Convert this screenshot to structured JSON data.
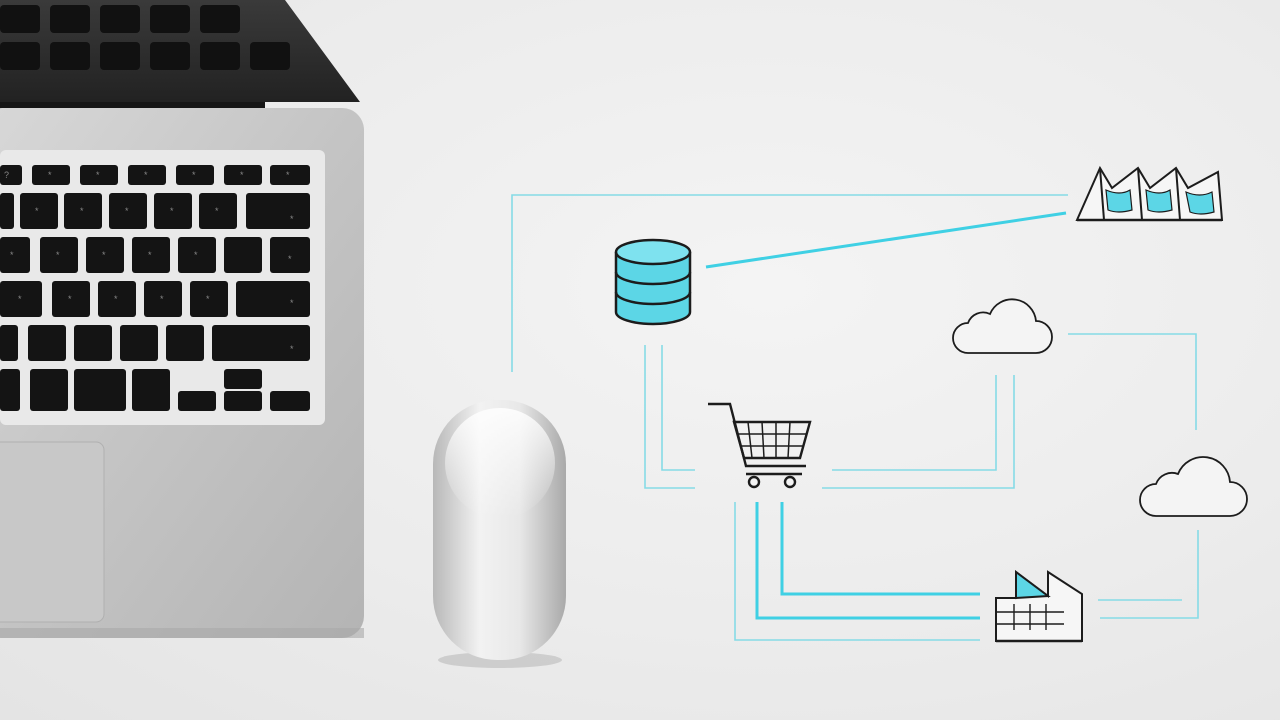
{
  "scene": {
    "description_elements": [
      "laptop",
      "mouse",
      "network-diagram"
    ],
    "accent_color": "#3fd0e4",
    "line_color": "#86dbe6",
    "icon_stroke": "#1c1c1c"
  },
  "diagram": {
    "nodes": [
      {
        "name": "database",
        "icon": "database-icon"
      },
      {
        "name": "factory-top",
        "icon": "factory-icon"
      },
      {
        "name": "cloud-upper",
        "icon": "cloud-icon"
      },
      {
        "name": "cloud-lower",
        "icon": "cloud-icon"
      },
      {
        "name": "shopping-cart",
        "icon": "shopping-cart-icon"
      },
      {
        "name": "factory-bottom",
        "icon": "factory-icon"
      }
    ]
  }
}
